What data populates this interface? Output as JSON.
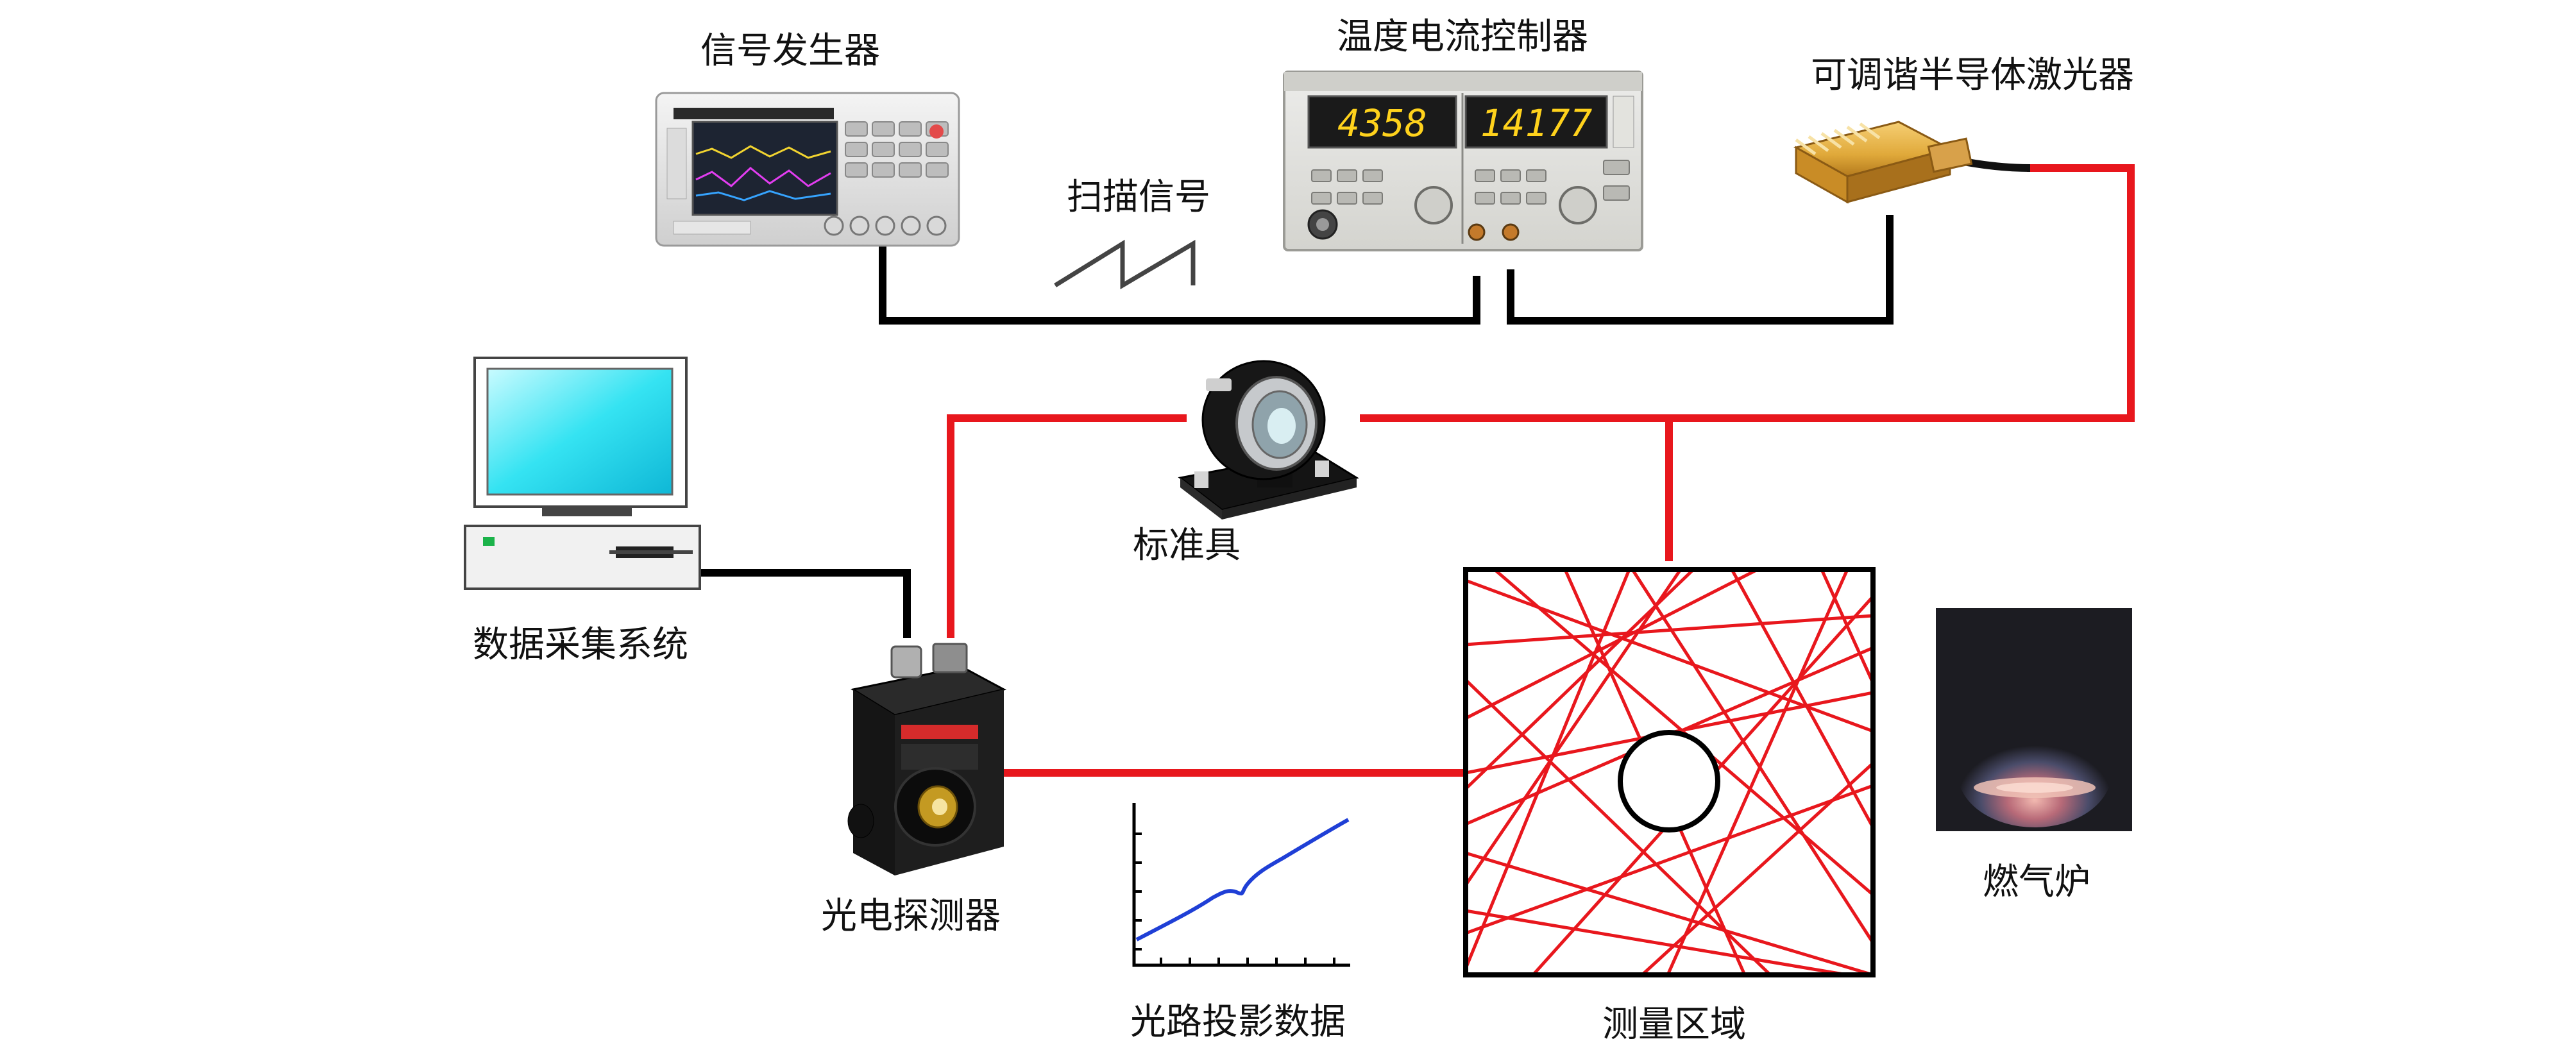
{
  "labels": {
    "signal_generator": "信号发生器",
    "temp_current_controller": "温度电流控制器",
    "tunable_laser": "可调谐半导体激光器",
    "scan_signal": "扫描信号",
    "etalon": "标准具",
    "daq_system": "数据采集系统",
    "photodetector": "光电探测器",
    "projection_data": "光路投影数据",
    "measurement_area": "测量区域",
    "burner": "燃气炉"
  },
  "controller_display": {
    "left_readout": "4358",
    "right_readout": "14177"
  },
  "colors": {
    "optical_path": "#e8171d",
    "electrical_wire": "#000000",
    "projection_curve": "#1f3fd6",
    "laser_body": "#e0a93a",
    "monitor_screen": "#35e3f2"
  }
}
